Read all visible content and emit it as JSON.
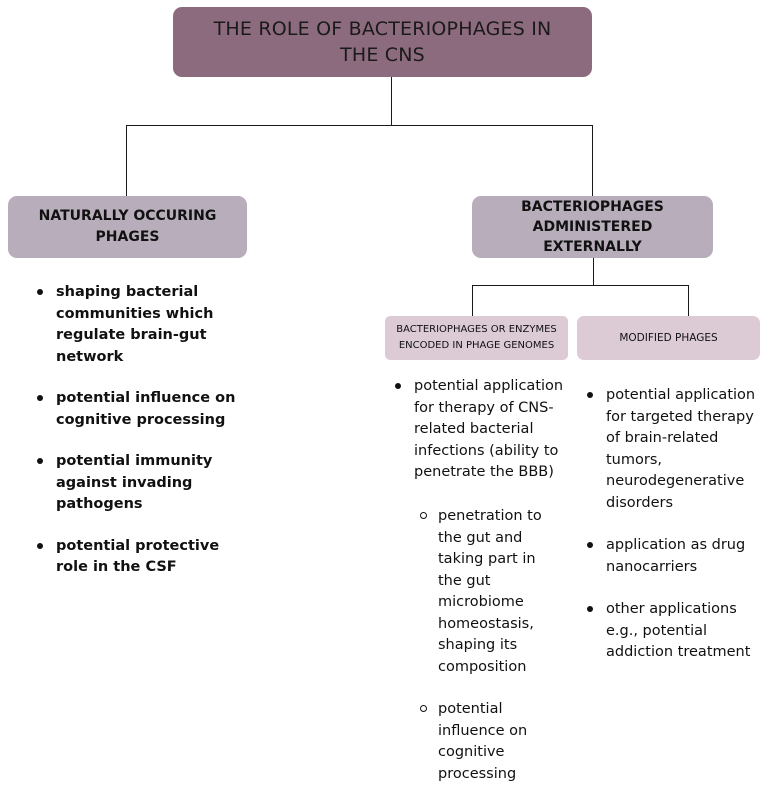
{
  "root": {
    "title": "THE ROLE OF BACTERIOPHAGES IN THE CNS"
  },
  "left_branch": {
    "title": "NATURALLY OCCURING PHAGES",
    "items": [
      "shaping bacterial communities which regulate brain-gut network",
      "potential influence on cognitive processing",
      "potential immunity against invading pathogens",
      "potential protective role in the CSF"
    ]
  },
  "right_branch": {
    "title": "BACTERIOPHAGES ADMINISTERED EXTERNALLY",
    "sub1": {
      "title": "BACTERIOPHAGES OR ENZYMES ENCODED IN PHAGE GENOMES",
      "items": [
        "potential application for therapy of CNS-related bacterial infections (ability to penetrate the BBB)"
      ],
      "subitems": [
        "penetration to the gut and taking part in the gut microbiome homeostasis, shaping its composition",
        "potential influence on cognitive processing"
      ]
    },
    "sub2": {
      "title": "MODIFIED PHAGES",
      "items": [
        "potential application for targeted therapy of brain-related tumors, neurodegenerative disorders",
        "application as drug nanocarriers",
        "other applications e.g., potential addiction treatment"
      ]
    }
  },
  "colors": {
    "root_fill": "#8d6b7e",
    "branch_fill": "#b8aebb",
    "sub_fill": "#dccbd5",
    "connector": "#1a1a1a"
  }
}
